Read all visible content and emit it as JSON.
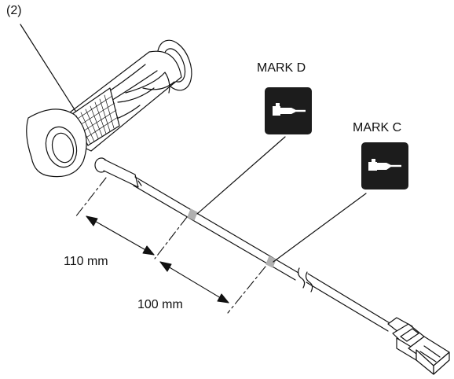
{
  "labels": {
    "callout": "(2)",
    "mark_d": "MARK D",
    "mark_c": "MARK C",
    "dim_110": "110 mm",
    "dim_100": "100 mm"
  },
  "icons": {
    "mark_d": "connector-plug-icon",
    "mark_c": "connector-plug-icon"
  },
  "colors": {
    "line": "#111111",
    "mark_band": "#b0b0b0",
    "icon_bg": "#1c1c1c",
    "icon_fg": "#ffffff"
  }
}
